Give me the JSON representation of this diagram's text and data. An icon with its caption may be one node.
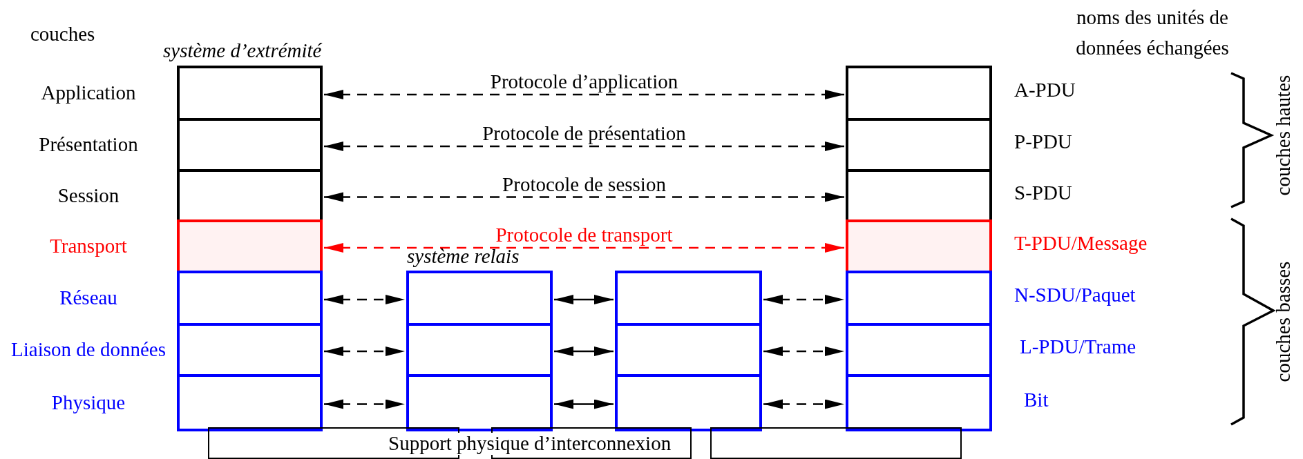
{
  "diagram": {
    "nodes": [
      {
        "text": [],
        "shape": "box",
        "beside": [
          "Application"
        ]
      },
      {
        "text": [],
        "shape": "box",
        "beside": [
          "A-PDU"
        ]
      },
      {
        "text": [],
        "shape": "box",
        "beside": [
          "Présentation"
        ]
      },
      {
        "text": [],
        "shape": "box",
        "beside": [
          "P-PDU"
        ]
      },
      {
        "text": [],
        "shape": "box",
        "beside": [
          "Session"
        ]
      },
      {
        "text": [],
        "shape": "box",
        "beside": [
          "S-PDU"
        ]
      },
      {
        "text": [],
        "shape": "box",
        "beside": [
          "Transport"
        ]
      },
      {
        "text": [],
        "shape": "box",
        "beside": [
          "T-PDU/Message"
        ]
      },
      {
        "text": [],
        "shape": "box",
        "beside": [
          "Réseau"
        ]
      },
      {
        "text": [],
        "shape": "box"
      },
      {
        "text": [],
        "shape": "box"
      },
      {
        "text": [],
        "shape": "box",
        "beside": [
          "N-SDU/Paquet"
        ]
      },
      {
        "text": [],
        "shape": "box",
        "beside": [
          "Liaison de données"
        ]
      },
      {
        "text": [],
        "shape": "box"
      },
      {
        "text": [],
        "shape": "box"
      },
      {
        "text": [],
        "shape": "box",
        "beside": [
          "L-PDU/Trame"
        ]
      },
      {
        "text": [],
        "shape": "box",
        "beside": [
          "Physique"
        ]
      },
      {
        "text": [],
        "shape": "box"
      },
      {
        "text": [],
        "shape": "box"
      },
      {
        "text": [],
        "shape": "box",
        "beside": [
          "Bit"
        ]
      },
      {
        "text": [],
        "shape": "box"
      },
      {
        "text": [],
        "shape": "box"
      },
      {
        "text": [],
        "shape": "box"
      }
    ],
    "edges": [
      {
        "from": 0,
        "to": 1,
        "arrow": "both",
        "style": "dashed",
        "label": "Protocole d’application"
      },
      {
        "from": 2,
        "to": 3,
        "arrow": "both",
        "style": "dashed",
        "label": "Protocole de présentation"
      },
      {
        "from": 4,
        "to": 5,
        "arrow": "both",
        "style": "dashed",
        "label": "Protocole de session"
      },
      {
        "from": 6,
        "to": 7,
        "arrow": "both",
        "style": "dashed",
        "color": "#ff0000",
        "label": "Protocole de transport"
      },
      {
        "from": 8,
        "to": 9,
        "arrow": "both",
        "style": "dashed"
      },
      {
        "from": 9,
        "to": 10,
        "arrow": "both"
      },
      {
        "from": 10,
        "to": 11,
        "arrow": "both",
        "style": "dashed"
      },
      {
        "from": 12,
        "to": 13,
        "arrow": "both",
        "style": "dashed"
      },
      {
        "from": 13,
        "to": 14,
        "arrow": "both"
      },
      {
        "from": 14,
        "to": 15,
        "arrow": "both",
        "style": "dashed"
      },
      {
        "from": 16,
        "to": 17,
        "arrow": "both",
        "style": "dashed"
      },
      {
        "from": 17,
        "to": 18,
        "arrow": "both"
      },
      {
        "from": 18,
        "to": 19,
        "arrow": "both",
        "style": "dashed"
      }
    ],
    "labels": [
      "noms des unités de données échangées",
      "couches",
      "système d’extrémité",
      "couches hautes",
      "système relais",
      "couches basses",
      "Support physique d’interconnexion"
    ]
  }
}
